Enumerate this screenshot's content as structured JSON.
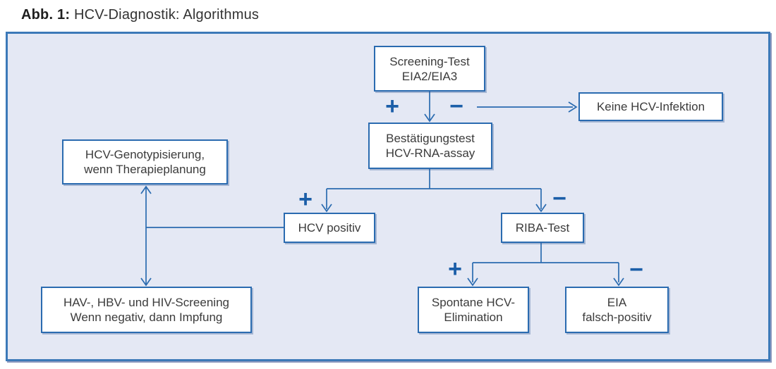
{
  "title": {
    "prefix": "Abb. 1:",
    "text": " HCV-Diagnostik: Algorithmus"
  },
  "colors": {
    "frame_border": "#3c79b8",
    "frame_background": "#e4e8f4",
    "node_border": "#2a6bb0",
    "node_background": "#ffffff",
    "node_text": "#3b3b3b",
    "connector_blue": "#2a6bb0",
    "sign_blue": "#1b5ea8"
  },
  "flowchart": {
    "nodes": {
      "screening": {
        "line1": "Screening-Test",
        "line2": "EIA2/EIA3"
      },
      "keine_infektion": {
        "line1": "Keine HCV-Infektion"
      },
      "bestaetigungstest": {
        "line1": "Bestätigungstest",
        "line2": "HCV-RNA-assay"
      },
      "genotypisierung": {
        "line1": "HCV-Genotypisierung,",
        "line2": "wenn Therapieplanung"
      },
      "hcv_positiv": {
        "line1": "HCV positiv"
      },
      "riba_test": {
        "line1": "RIBA-Test"
      },
      "hav_screening": {
        "line1": "HAV-, HBV- und HIV-Screening",
        "line2": "Wenn negativ, dann Impfung"
      },
      "spontane_elimination": {
        "line1": "Spontane HCV-",
        "line2": "Elimination"
      },
      "eia_falsch_positiv": {
        "line1": "EIA",
        "line2": "falsch-positiv"
      }
    },
    "signs": {
      "plus": "+",
      "minus": "−"
    }
  }
}
